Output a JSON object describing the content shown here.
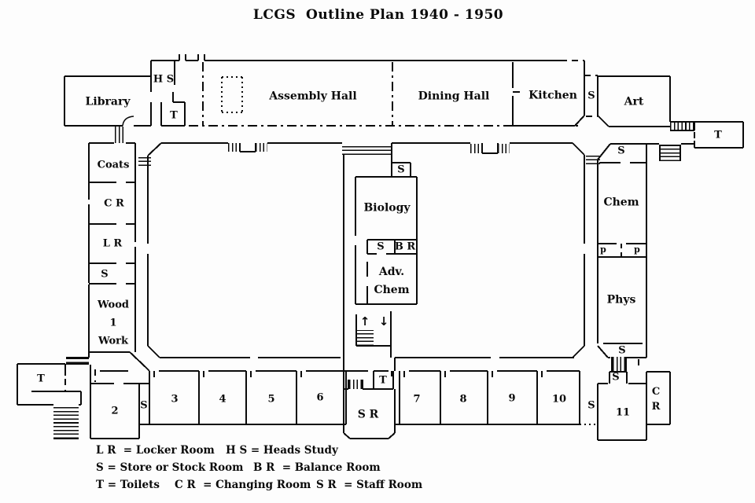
{
  "title": "LCGS  Outline Plan 1940 - 1950",
  "rooms": {
    "library": "Library",
    "heads_study": "H S",
    "toilet_head": "T",
    "assembly_hall": "Assembly Hall",
    "dining_hall": "Dining Hall",
    "kitchen": "Kitchen",
    "store_kitchen": "S",
    "art": "Art",
    "toilet_art": "T",
    "coats": "Coats",
    "changing_left": "C R",
    "locker_room": "L R",
    "store_left": "S",
    "woodwork": "Wood\n1\nWork",
    "store_bio_top": "S",
    "biology": "Biology",
    "store_bio": "S",
    "balance_room": "B R",
    "adv_chem": "Adv.\nChem",
    "store_chem_top": "S",
    "chem": "Chem",
    "prep_left": "p",
    "prep_right": "p",
    "phys": "Phys",
    "store_phys": "S",
    "toilet_west": "T",
    "room2": "2",
    "store_b1": "S",
    "room3": "3",
    "room4": "4",
    "room5": "5",
    "room6": "6",
    "toilet_sr": "T",
    "staff_room": "S R",
    "room7": "7",
    "room8": "8",
    "room9": "9",
    "room10": "10",
    "store_b2": "S",
    "room11": "11",
    "store_11": "S",
    "changing_bottom": "C\nR"
  },
  "icons": {
    "up_arrow": "↑",
    "down_arrow": "↓"
  },
  "legend": {
    "rows": [
      {
        "items": [
          "L R  = Locker Room",
          "H S = Heads Study"
        ]
      },
      {
        "items": [
          "S = Store or Stock Room",
          "B R  = Balance Room"
        ]
      },
      {
        "items": [
          "T = Toilets",
          "C R  = Changing Room",
          "S R  = Staff Room"
        ]
      }
    ]
  }
}
